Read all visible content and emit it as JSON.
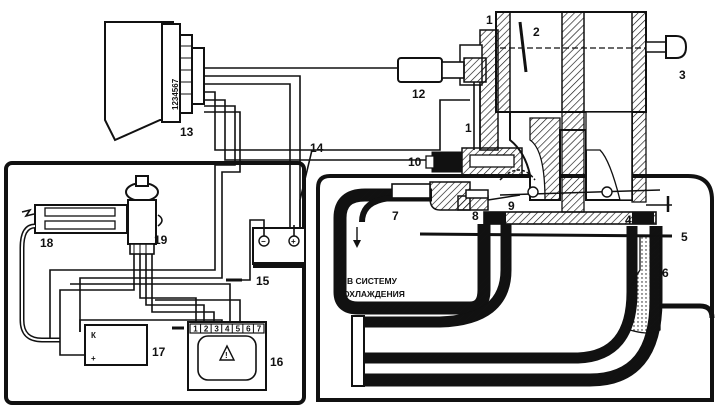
{
  "figure": {
    "labels": {
      "n1": "1",
      "n1b": "1",
      "n2": "2",
      "n3": "3",
      "n4": "4",
      "n5": "5",
      "n6": "6",
      "n7": "7",
      "n8": "8",
      "n9": "9",
      "n10": "10",
      "n12": "12",
      "n13": "13",
      "n14": "14",
      "n15": "15",
      "n16": "16",
      "n17": "17",
      "n18": "18",
      "n19": "19"
    },
    "cooling_text_line1": "В СИСТЕМУ",
    "cooling_text_line2": "ОХЛАЖДЕНИЯ",
    "connector13_pins": "1234567",
    "ecu16_pins": [
      "1",
      "2",
      "3",
      "4",
      "5",
      "6",
      "7"
    ],
    "coil_k": "К",
    "coil_plus": "+",
    "battery_minus": "−",
    "battery_plus": "+",
    "colors": {
      "ink": "#111111",
      "paper": "#ffffff"
    }
  }
}
